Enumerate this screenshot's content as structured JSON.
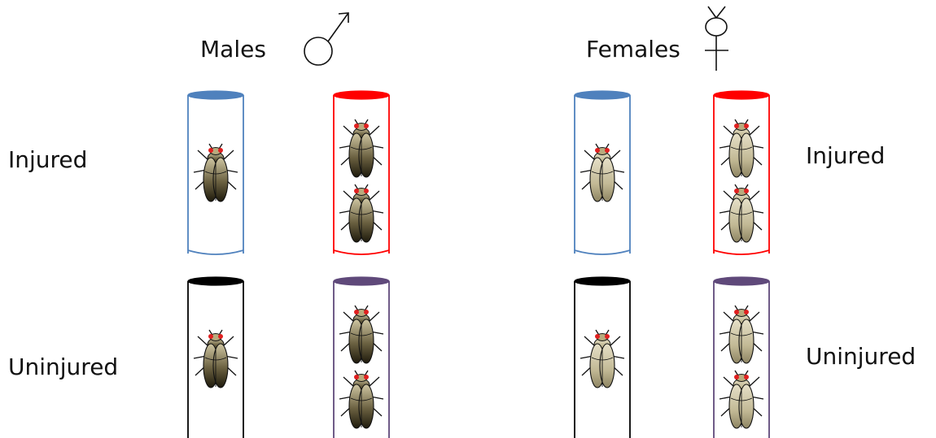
{
  "headers": {
    "males": "Males",
    "females": "Females"
  },
  "row_labels": {
    "male_injured": "Injured",
    "male_uninjured": "Uninjured",
    "female_injured": "Injured",
    "female_uninjured": "Uninjured"
  },
  "symbols": {
    "male": "male-symbol-icon",
    "female": "female-symbol-icon"
  },
  "vials": [
    {
      "id": "male-injured-single",
      "sex": "male",
      "condition": "injured",
      "fly_count": 1,
      "color": "#4f81bd",
      "cap_color": "#4f81bd"
    },
    {
      "id": "male-injured-pair",
      "sex": "male",
      "condition": "injured",
      "fly_count": 2,
      "color": "#ff0000",
      "cap_color": "#ff0000"
    },
    {
      "id": "male-uninjured-single",
      "sex": "male",
      "condition": "uninjured",
      "fly_count": 1,
      "color": "#000000",
      "cap_color": "#000000"
    },
    {
      "id": "male-uninjured-pair",
      "sex": "male",
      "condition": "uninjured",
      "fly_count": 2,
      "color": "#5f497a",
      "cap_color": "#5f497a"
    },
    {
      "id": "female-injured-single",
      "sex": "female",
      "condition": "injured",
      "fly_count": 1,
      "color": "#4f81bd",
      "cap_color": "#4f81bd"
    },
    {
      "id": "female-injured-pair",
      "sex": "female",
      "condition": "injured",
      "fly_count": 2,
      "color": "#ff0000",
      "cap_color": "#ff0000"
    },
    {
      "id": "female-uninjured-single",
      "sex": "female",
      "condition": "uninjured",
      "fly_count": 1,
      "color": "#000000",
      "cap_color": "#000000"
    },
    {
      "id": "female-uninjured-pair",
      "sex": "female",
      "condition": "uninjured",
      "fly_count": 2,
      "color": "#5f497a",
      "cap_color": "#5f497a"
    }
  ],
  "colors": {
    "male_fly_body": "#5a5234",
    "female_fly_body": "#c9c1a0",
    "fly_eye": "#e02020",
    "text": "#111111"
  }
}
